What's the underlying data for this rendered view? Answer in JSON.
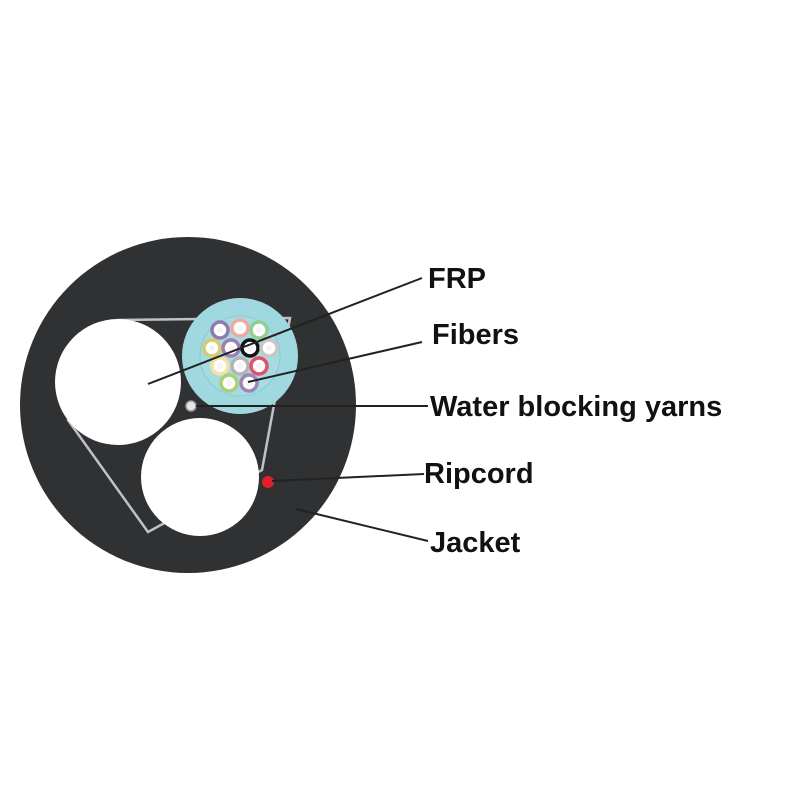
{
  "labels": {
    "frp": "FRP",
    "fibers": "Fibers",
    "water_blocking_yarns": "Water blocking yarns",
    "ripcord": "Ripcord",
    "jacket": "Jacket"
  },
  "colors": {
    "jacket": "#2f3133",
    "tube": "#9fd8df",
    "ripcord": "#e0202a",
    "leader": "#222222"
  },
  "fiber_colors": [
    "#8f7bb0",
    "#f0a9a0",
    "#8fcf8f",
    "#d8c870",
    "#9a7fb4",
    "#111111",
    "#c7c7c7",
    "#f4e3a0",
    "#b4b4b4",
    "#e0506a",
    "#a8d078",
    "#9e86bc"
  ]
}
